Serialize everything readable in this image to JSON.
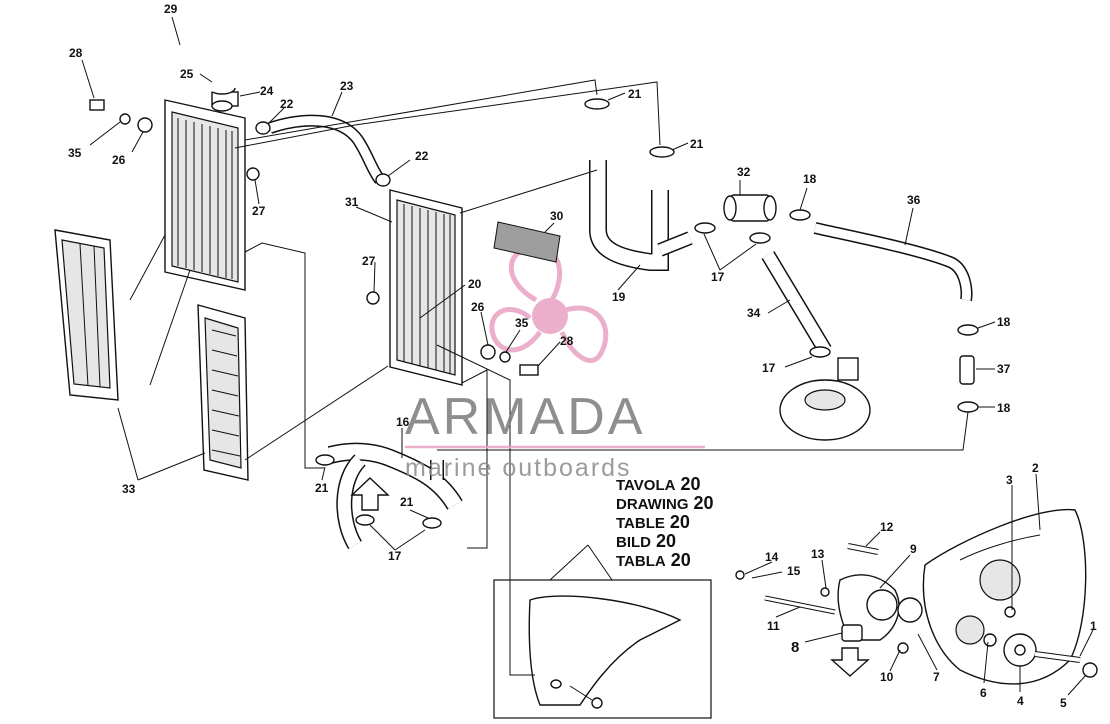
{
  "watermark": {
    "brand": "ARMADA",
    "tagline": "marine outboards",
    "logo_color": "#e8a2c3"
  },
  "table_reference": {
    "rows": [
      {
        "label": "TAVOLA",
        "number": "20"
      },
      {
        "label": "DRAWING",
        "number": "20"
      },
      {
        "label": "TABLE",
        "number": "20"
      },
      {
        "label": "BILD",
        "number": "20"
      },
      {
        "label": "TABLA",
        "number": "20"
      }
    ]
  },
  "callouts": {
    "c1": "1",
    "c2": "2",
    "c3": "3",
    "c4": "4",
    "c5": "5",
    "c6": "6",
    "c7": "7",
    "c8": "8",
    "c9": "9",
    "c10": "10",
    "c11": "11",
    "c12": "12",
    "c13": "13",
    "c14": "14",
    "c15": "15",
    "c16": "16",
    "c17a": "17",
    "c17b": "17",
    "c17c": "17",
    "c18a": "18",
    "c18b": "18",
    "c18c": "18",
    "c19": "19",
    "c20": "20",
    "c21a": "21",
    "c21b": "21",
    "c21c": "21",
    "c21d": "21",
    "c22a": "22",
    "c22b": "22",
    "c23": "23",
    "c24": "24",
    "c25": "25",
    "c26a": "26",
    "c26b": "26",
    "c27a": "27",
    "c27b": "27",
    "c28a": "28",
    "c28b": "28",
    "c29": "29",
    "c30": "30",
    "c31": "31",
    "c32": "32",
    "c33": "33",
    "c34": "34",
    "c35a": "35",
    "c35b": "35",
    "c36": "36",
    "c37": "37"
  }
}
